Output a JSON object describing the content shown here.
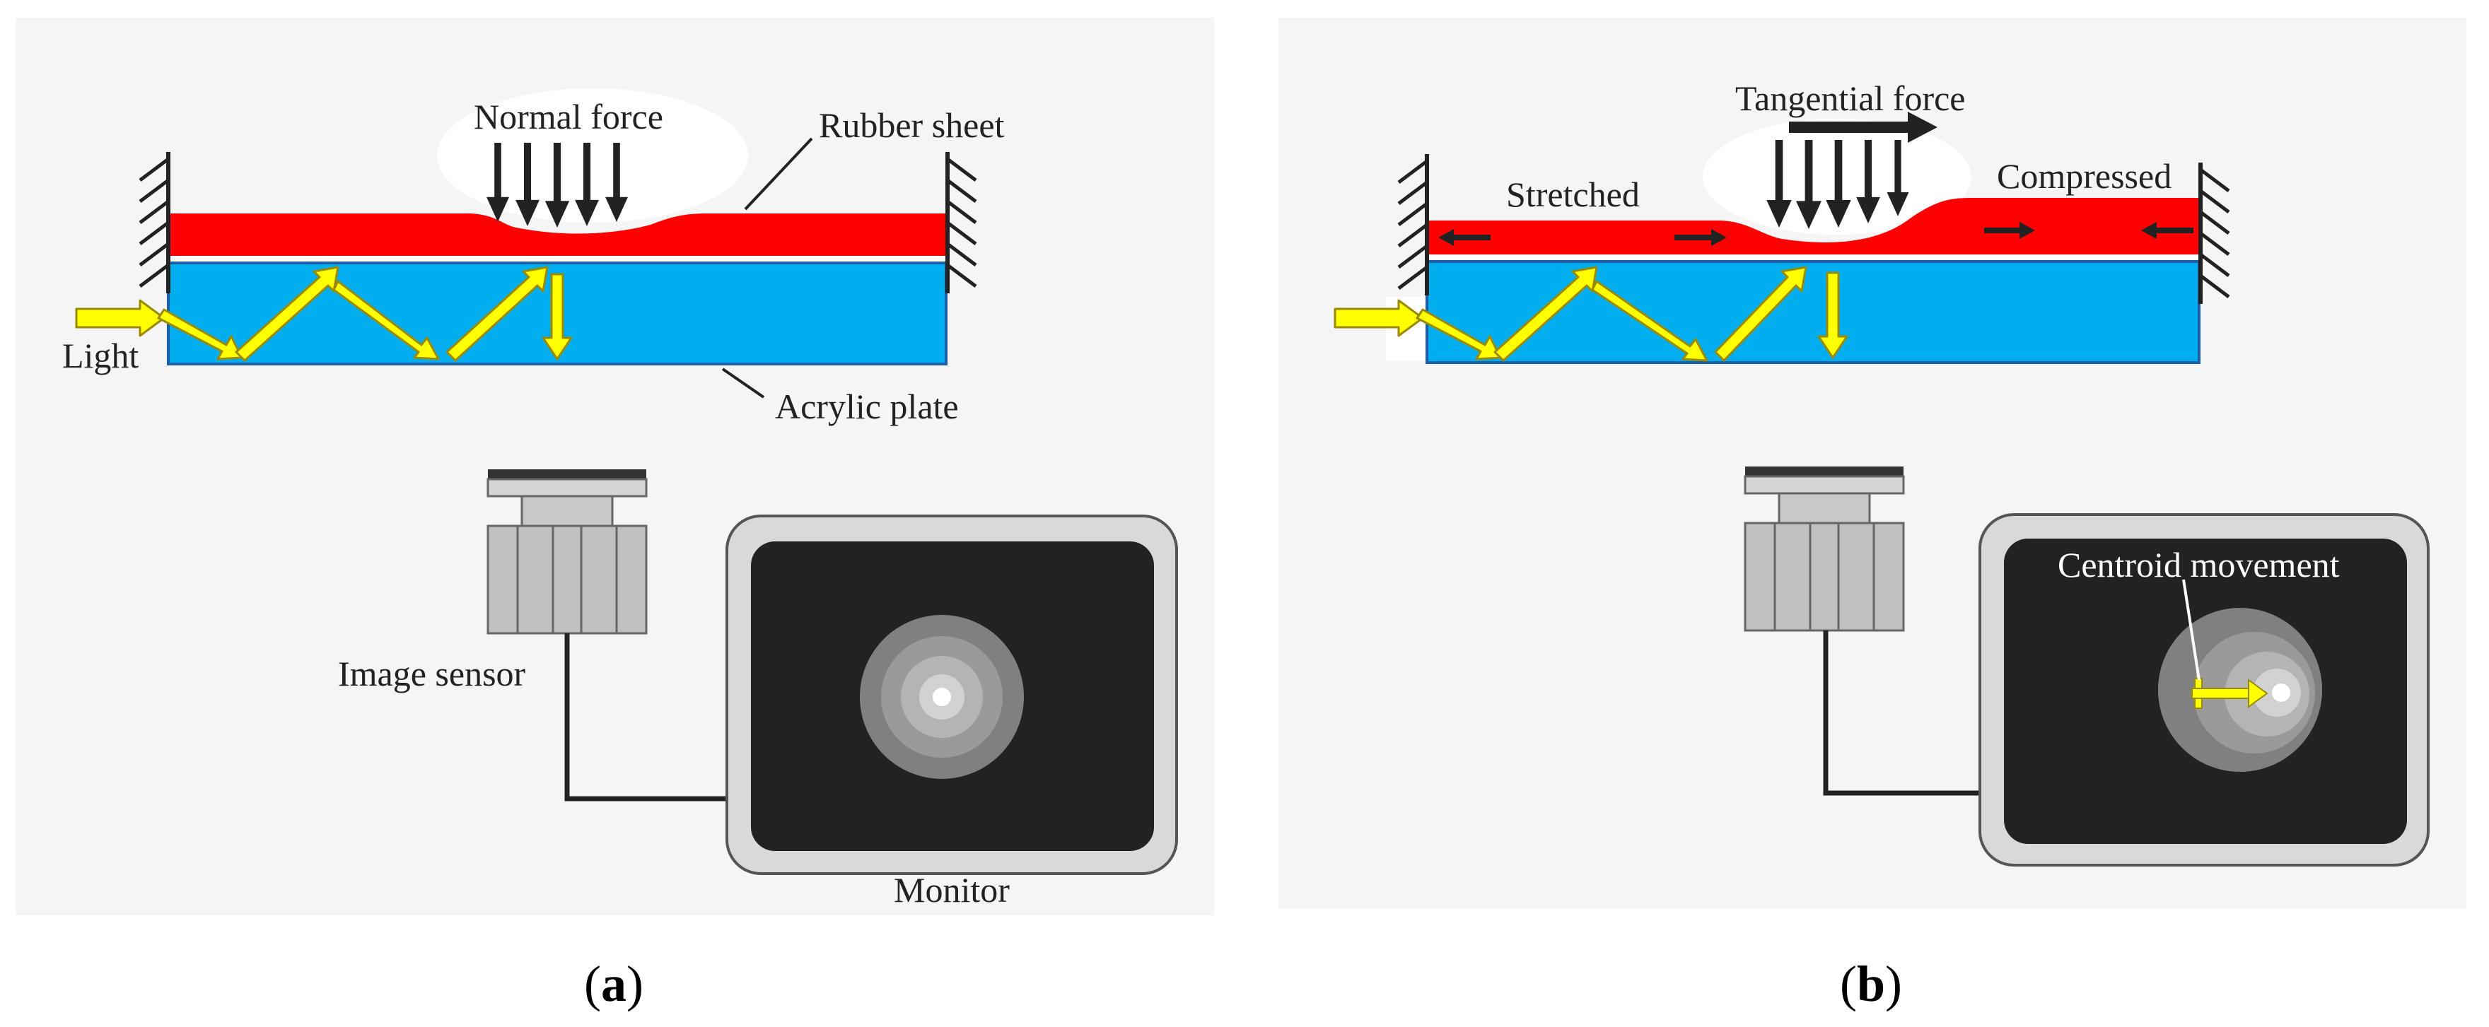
{
  "panel_a": {
    "label_normal_force": "Normal force",
    "label_rubber_sheet": "Rubber sheet",
    "label_light": "Light",
    "label_acrylic_plate": "Acrylic plate",
    "label_image_sensor": "Image sensor",
    "label_monitor": "Monitor",
    "caption": {
      "open": "(",
      "letter": "a",
      "close": ")"
    }
  },
  "panel_b": {
    "label_tangential_force": "Tangential force",
    "label_stretched": "Stretched",
    "label_compressed": "Compressed",
    "label_centroid_movement": "Centroid movement",
    "caption": {
      "open": "(",
      "letter": "b",
      "close": ")"
    }
  },
  "colors": {
    "panel_background": "#f5f5f5",
    "rubber_sheet": "#ff0000",
    "acrylic_plate": "#00aeef",
    "light_ray": "#ffff00",
    "force_arrow": "#222222",
    "monitor_screen": "#222222",
    "monitor_frame": "#d9d9d9",
    "sensor_body": "#c0c0c0"
  },
  "icons": {
    "force_arrow": "down-arrow",
    "wall": "hatched-wall",
    "camera": "image-sensor",
    "display": "monitor"
  }
}
